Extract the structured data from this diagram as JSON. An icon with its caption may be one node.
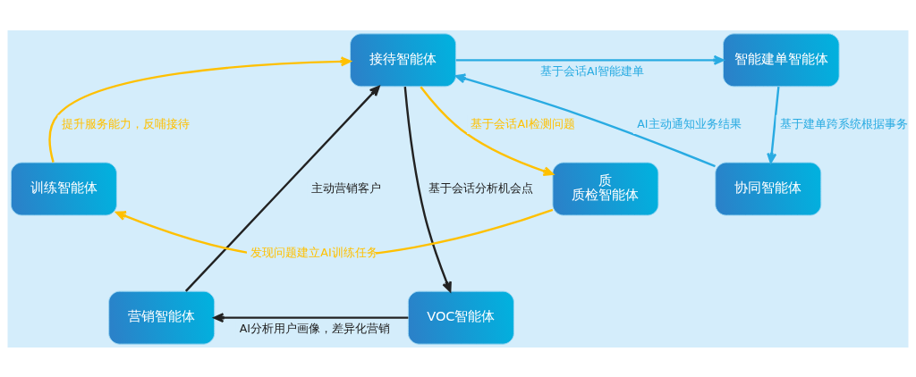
{
  "diagram": {
    "nodes": [
      {
        "text": [
          "接待智能体"
        ]
      },
      {
        "text": [
          "智能建单智能体"
        ]
      },
      {
        "text": [
          "训练智能体"
        ]
      },
      {
        "text": [
          "质",
          "质检智能体"
        ]
      },
      {
        "text": [
          "协同智能体"
        ]
      },
      {
        "text": [
          "营销智能体"
        ]
      },
      {
        "text": [
          "VOC智能体"
        ]
      }
    ],
    "edges": [
      {
        "from": 0,
        "to": 1,
        "arrow": "to",
        "label": "基于会话AI智能建单",
        "color": "#29abe2"
      },
      {
        "from": 1,
        "to": 4,
        "arrow": "to",
        "label": "基于建单跨系统根据事务",
        "color": "#29abe2"
      },
      {
        "from": 4,
        "to": 0,
        "arrow": "to",
        "label": "AI主动通知业务结果",
        "color": "#29abe2"
      },
      {
        "from": 2,
        "to": 0,
        "arrow": "to",
        "label": "提升服务能力，反哺接待",
        "color": "#ffc000"
      },
      {
        "from": 0,
        "to": 3,
        "arrow": "to",
        "label": "基于会话AI检测问题",
        "color": "#ffc000"
      },
      {
        "from": 3,
        "to": 2,
        "arrow": "to",
        "label": "发现问题建立AI训练任务",
        "color": "#ffc000"
      },
      {
        "from": 5,
        "to": 0,
        "arrow": "to",
        "label": "主动营销客户",
        "color": "#222222"
      },
      {
        "from": 0,
        "to": 6,
        "arrow": "to",
        "label": "基于会话分析机会点",
        "color": "#222222"
      },
      {
        "from": 6,
        "to": 5,
        "arrow": "to",
        "label": "AI分析用户画像，差异化营销",
        "color": "#222222"
      }
    ]
  }
}
